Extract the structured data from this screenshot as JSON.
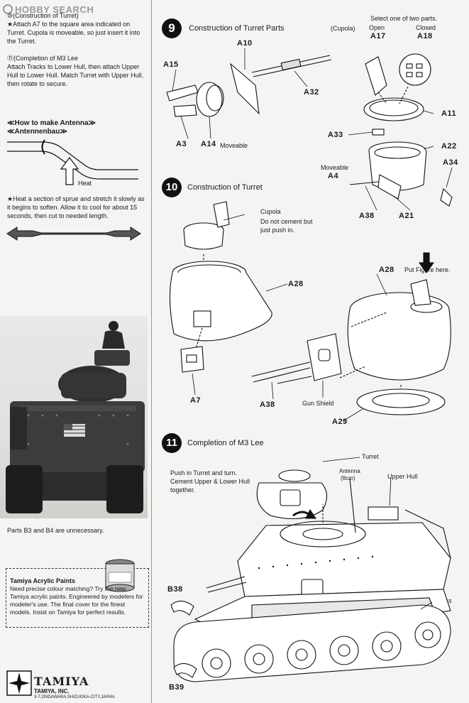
{
  "watermark": "HOBBY SEARCH",
  "left": {
    "step10_note_head": "⑩(Construction of Turret)",
    "step10_note_body": "★Attach A7 to the square area indicated on Turret. Cupola is moveable, so just insert it into the Turret.",
    "step11_note_head": "⑪(Completion of M3 Lee",
    "step11_note_body": "Attach Tracks to Lower Hull, then attach Upper Hull to Lower Hull. Match Turret with Upper Hull, then rotate to secure.",
    "antenna_title": "≪How to make Antenna≫",
    "antenna_title_de": "≪Antennenbau≫",
    "heat_label": "Heat",
    "antenna_body": "★Heat a section of sprue and stretch it slowly as it begins to soften. Allow it to cool for about 15 seconds, then cut to needed length.",
    "unnecessary": "Parts B3 and B4 are unnecessary.",
    "paints_title": "Tamiya Acrylic Paints",
    "paints_body": "Need precise colour matching? Try the new Tamiya acrylic paints. Engineered by modelers for modeler's use. The final cover for the finest models. Insist on Tamiya for perfect results.",
    "tamiya_logo": "TAMIYA",
    "tamiya_inc": "TAMIYA, INC.",
    "tamiya_addr": "3-7,ONDAWARA,SHIZUOKA-CITY,JAPAN."
  },
  "step9": {
    "number": "9",
    "title": "Construction of Turret Parts",
    "cupola": "(Cupola)",
    "select": "Select one of two parts.",
    "open": "Open",
    "closed": "Closed",
    "moveable_a14": "Moveable",
    "moveable_a4": "Moveable",
    "parts": [
      "A10",
      "A15",
      "A32",
      "A3",
      "A14",
      "A17",
      "A18",
      "A11",
      "A33",
      "A22",
      "A34",
      "A4",
      "A38",
      "A21"
    ]
  },
  "step10": {
    "number": "10",
    "title": "Construction of Turret",
    "cupola": "Cupola",
    "no_cement": "Do not cement but just push in.",
    "put_figure": "Put Figure here.",
    "gun_shield": "Gun Shield",
    "parts": [
      "A28",
      "A7",
      "A28",
      "A38",
      "A29"
    ]
  },
  "step11": {
    "number": "11",
    "title": "Completion of M3 Lee",
    "turret": "Turret",
    "push_turn": "Push in Turret and turn. Cement Upper & Lower Hull together.",
    "antenna": "Antenna",
    "antenna_len": "(8cm)",
    "upper_hull": "Upper Hull",
    "tracks": "Tracks",
    "parts": [
      "B38",
      "B39"
    ]
  }
}
